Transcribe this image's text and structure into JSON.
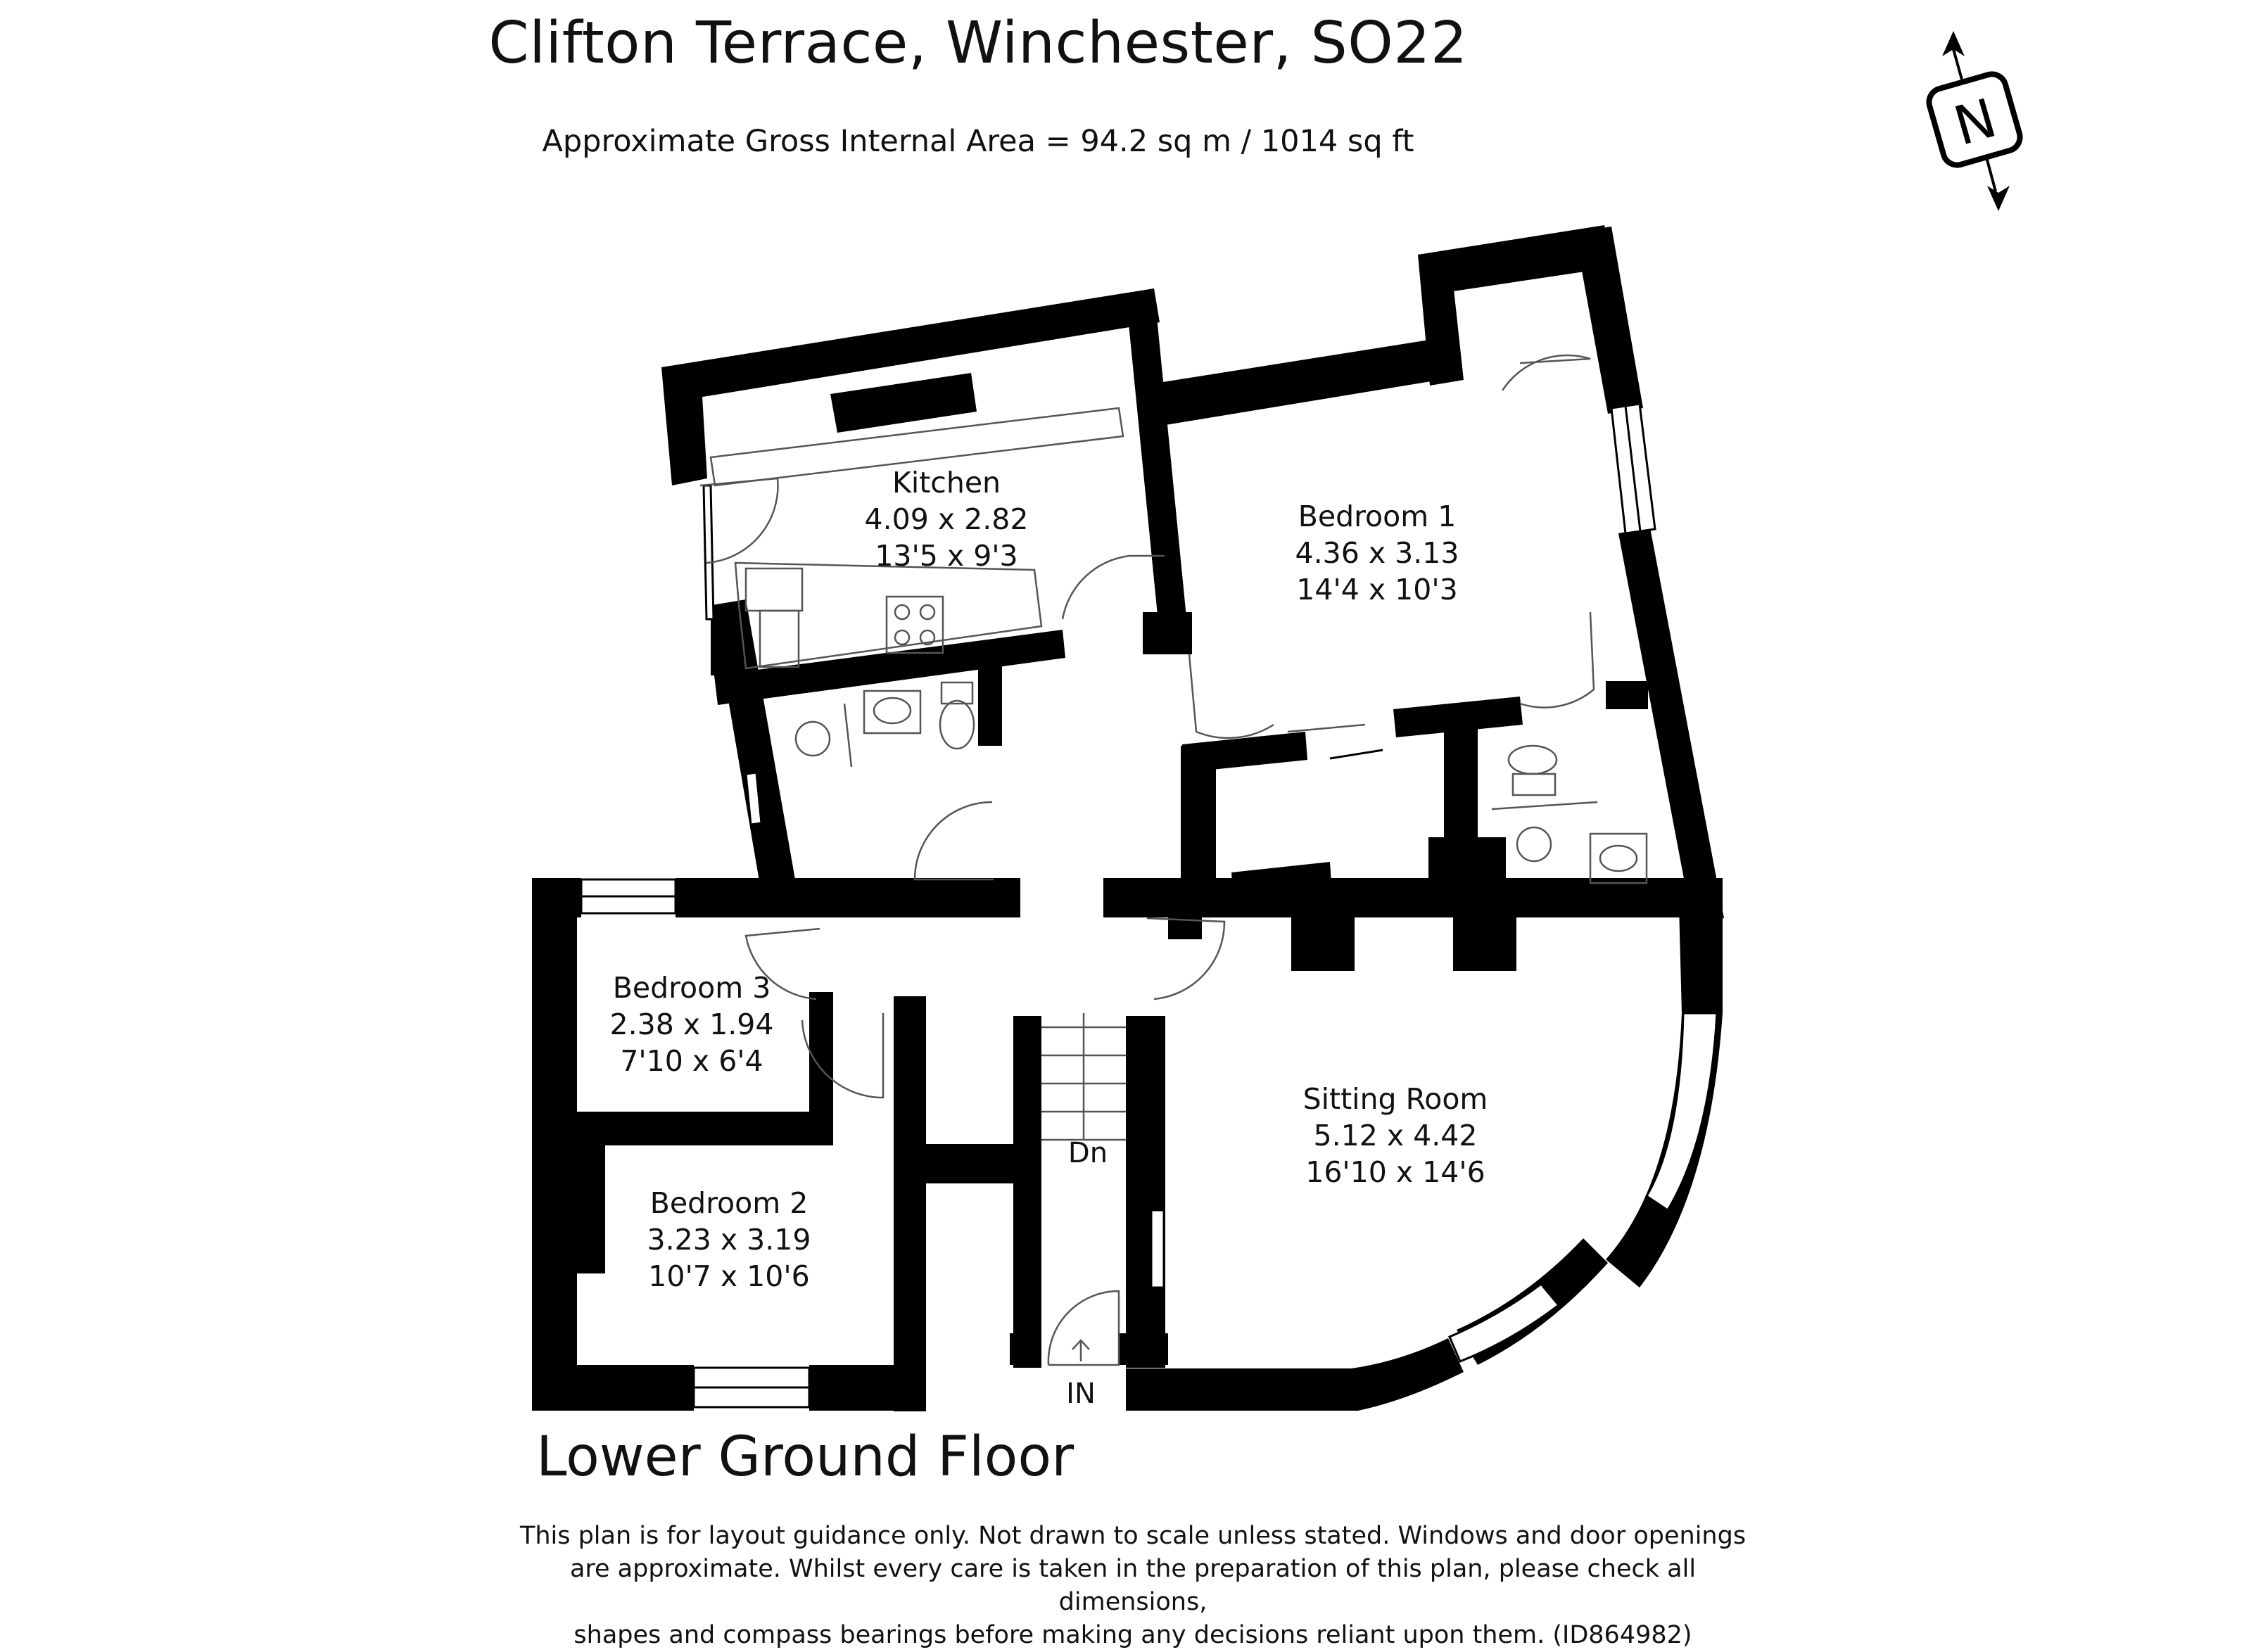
{
  "header": {
    "title": "Clifton Terrace, Winchester, SO22",
    "subtitle": "Approximate Gross Internal Area = 94.2 sq m / 1014 sq ft"
  },
  "compass": {
    "letter": "N"
  },
  "rooms": {
    "kitchen": {
      "name": "Kitchen",
      "metric": "4.09 x 2.82",
      "imperial": "13'5 x 9'3"
    },
    "bedroom1": {
      "name": "Bedroom 1",
      "metric": "4.36 x 3.13",
      "imperial": "14'4 x 10'3"
    },
    "bedroom3": {
      "name": "Bedroom 3",
      "metric": "2.38 x 1.94",
      "imperial": "7'10 x 6'4"
    },
    "bedroom2": {
      "name": "Bedroom 2",
      "metric": "3.23 x 3.19",
      "imperial": "10'7 x 10'6"
    },
    "sitting": {
      "name": "Sitting Room",
      "metric": "5.12 x 4.42",
      "imperial": "16'10 x 14'6"
    }
  },
  "labels": {
    "stairs": "Dn",
    "entrance": "IN"
  },
  "floor_name": "Lower Ground Floor",
  "disclaimer": [
    "This plan is for layout guidance only. Not drawn to scale unless stated. Windows and door openings",
    "are approximate. Whilst every care is taken in the preparation of this plan, please check all dimensions,",
    "shapes and compass bearings before making any decisions reliant upon them. (ID864982)"
  ],
  "colors": {
    "wall": "#000000",
    "line": "#555555",
    "background": "#ffffff"
  }
}
